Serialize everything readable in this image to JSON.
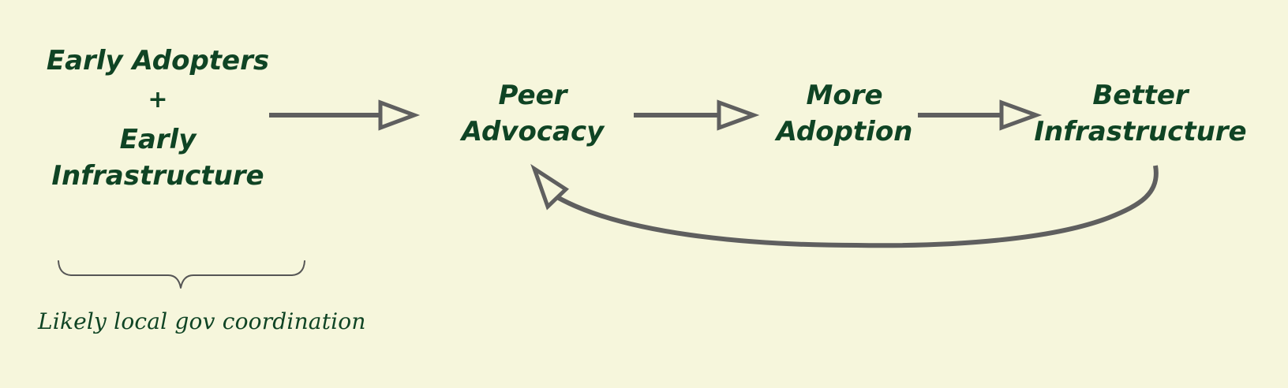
{
  "diagram": {
    "origin": {
      "line1": "Early Adopters",
      "plus": "+",
      "line2": "Early",
      "line3": "Infrastructure"
    },
    "nodes": [
      {
        "id": "peer-advocacy",
        "line1": "Peer",
        "line2": "Advocacy"
      },
      {
        "id": "more-adoption",
        "line1": "More",
        "line2": "Adoption"
      },
      {
        "id": "better-infrastructure",
        "line1": "Better",
        "line2": "Infrastructure"
      }
    ],
    "note": "Likely local gov coordination"
  },
  "colors": {
    "background": "#f6f6dc",
    "text": "#0f4424",
    "arrow": "#5f5f5f"
  }
}
